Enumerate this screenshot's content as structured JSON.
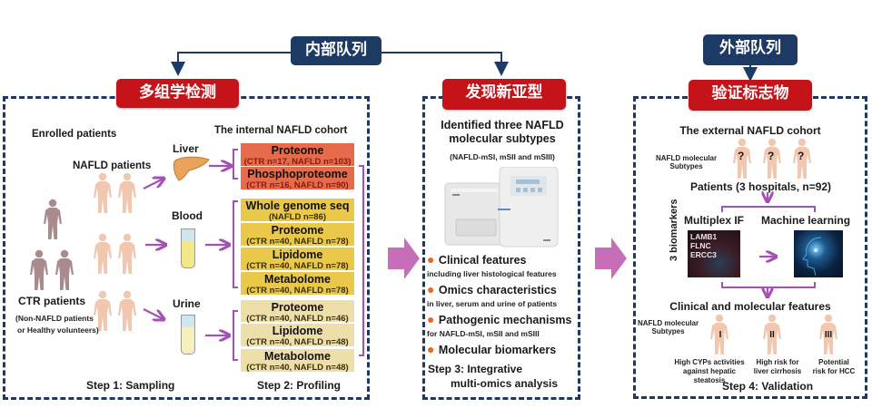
{
  "colors": {
    "navy": "#1c3a63",
    "red": "#c4141a",
    "purple": "#a550b5",
    "big_arrow": "#c66fb8",
    "liver_box": "#e56b4a",
    "blood_box": "#e9c84a",
    "urine_box": "#eedfaa",
    "bullet": "#e66a1f"
  },
  "header": {
    "internal_cohort_label": "内部队列",
    "external_cohort_label": "外部队列"
  },
  "panels": {
    "multiomics": {
      "title": "多组学检测",
      "enrolled_label": "Enrolled patients",
      "nafld_label": "NAFLD patients",
      "ctr_label": "CTR patients",
      "ctr_note_line1": "(Non-NAFLD patients",
      "ctr_note_line2": "or Healthy volunteers)",
      "cohort_title": "The internal NAFLD cohort",
      "samples": [
        {
          "name": "Liver",
          "icon": "liver-icon",
          "assays": [
            {
              "title": "Proteome",
              "counts": "(CTR n=17, NAFLD n=103)"
            },
            {
              "title": "Phosphoproteome",
              "counts": "(CTR n=16, NAFLD n=90)"
            }
          ]
        },
        {
          "name": "Blood",
          "icon": "blood-tube-icon",
          "assays": [
            {
              "title": "Whole genome seq",
              "counts": "(NAFLD n=86)"
            },
            {
              "title": "Proteome",
              "counts": "(CTR n=40, NAFLD n=78)"
            },
            {
              "title": "Lipidome",
              "counts": "(CTR n=40, NAFLD n=78)"
            },
            {
              "title": "Metabolome",
              "counts": "(CTR n=40, NAFLD n=78)"
            }
          ]
        },
        {
          "name": "Urine",
          "icon": "urine-tube-icon",
          "assays": [
            {
              "title": "Proteome",
              "counts": "(CTR n=40, NAFLD n=46)"
            },
            {
              "title": "Lipidome",
              "counts": "(CTR n=40, NAFLD n=48)"
            },
            {
              "title": "Metabolome",
              "counts": "(CTR n=40, NAFLD n=48)"
            }
          ]
        }
      ],
      "step1": "Step 1: Sampling",
      "step2": "Step 2: Profiling"
    },
    "subtypes": {
      "title": "发现新亚型",
      "heading_line1": "Identified three NAFLD",
      "heading_line2": "molecular subtypes",
      "subheading": "(NAFLD-mSI, mSII and mSIII)",
      "instrument_icon": "mass-spectrometer-icon",
      "features": [
        {
          "title": "Clinical features",
          "detail": "including liver histological features"
        },
        {
          "title": "Omics characteristics",
          "detail": "in liver, serum and urine of patients"
        },
        {
          "title": "Pathogenic mechanisms",
          "detail": "for NAFLD-mSI, mSII and mSIII"
        },
        {
          "title": "Molecular biomarkers",
          "detail": ""
        }
      ],
      "step3_line1": "Step 3:  Integrative",
      "step3_line2": "multi-omics analysis"
    },
    "validation": {
      "title": "验证标志物",
      "cohort_title": "The external NAFLD cohort",
      "subtype_label_line1": "NAFLD molecular",
      "subtype_label_line2": "Subtypes",
      "unknown_marks": [
        "?",
        "?",
        "?"
      ],
      "patients_label": "Patients (3 hospitals, n=92)",
      "biomarkers_label": "3 biomarkers",
      "multiplex_label": "Multiplex IF",
      "biomarkers": [
        "LAMB1",
        "FLNC",
        "ERCC3"
      ],
      "ml_label": "Machine learning",
      "features_title": "Clinical and molecular features",
      "subtypes": [
        {
          "mark": "I",
          "desc_line1": "High CYPs activities",
          "desc_line2": "against hepatic steatosis"
        },
        {
          "mark": "II",
          "desc_line1": "High risk for",
          "desc_line2": "liver cirrhosis"
        },
        {
          "mark": "III",
          "desc_line1": "Potential",
          "desc_line2": "risk for HCC"
        }
      ],
      "step4": "Step 4: Validation"
    }
  }
}
